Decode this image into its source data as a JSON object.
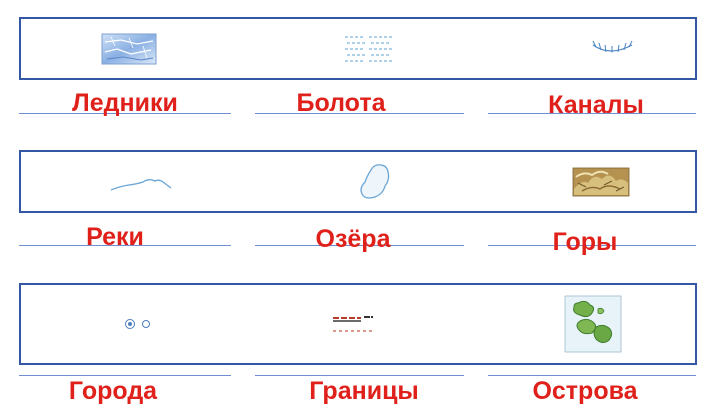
{
  "rows": [
    {
      "items": [
        {
          "label": "Ледники",
          "symbol": "glacier-symbol"
        },
        {
          "label": "Болота",
          "symbol": "swamp-symbol"
        },
        {
          "label": "Каналы",
          "symbol": "canal-symbol"
        }
      ]
    },
    {
      "items": [
        {
          "label": "Реки",
          "symbol": "river-symbol"
        },
        {
          "label": "Озёра",
          "symbol": "lake-symbol"
        },
        {
          "label": "Горы",
          "symbol": "mountains-symbol"
        }
      ]
    },
    {
      "items": [
        {
          "label": "Города",
          "symbol": "city-symbol"
        },
        {
          "label": "Границы",
          "symbol": "border-symbol"
        },
        {
          "label": "Острова",
          "symbol": "islands-symbol"
        }
      ]
    }
  ],
  "colors": {
    "frame": "#3457a4",
    "label": "#e0201a",
    "symbol_blue": "#6aa6d6"
  }
}
